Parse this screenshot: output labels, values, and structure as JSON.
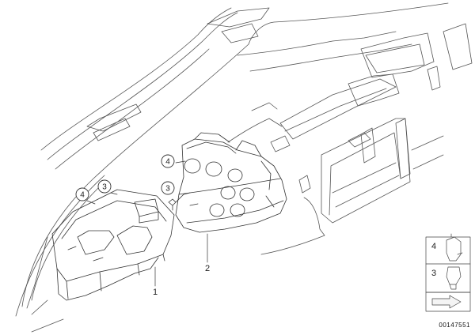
{
  "callouts": {
    "c4_top": "4",
    "c3_mid": "3",
    "c4_left": "4",
    "c3_left": "3"
  },
  "part_labels": {
    "p1": "1",
    "p2": "2"
  },
  "legend": {
    "item_a": "4",
    "item_b": "3"
  },
  "reference_number": "00147551"
}
